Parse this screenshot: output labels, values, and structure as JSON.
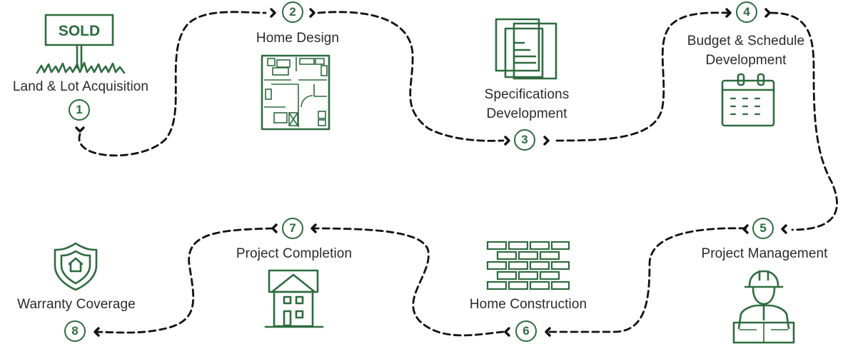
{
  "colors": {
    "accent": "#2e6b3f",
    "path": "#111111",
    "text": "#2a2a2a"
  },
  "sign": {
    "text": "SOLD"
  },
  "steps": [
    {
      "number": "1",
      "label": "Land & Lot Acquisition",
      "icon": "sold-sign-icon"
    },
    {
      "number": "2",
      "label": "Home Design",
      "icon": "floor-plan-icon"
    },
    {
      "number": "3",
      "label": "Specifications Development",
      "icon": "documents-icon"
    },
    {
      "number": "4",
      "label": "Budget & Schedule Development",
      "icon": "calendar-icon"
    },
    {
      "number": "5",
      "label": "Project Management",
      "icon": "construction-worker-icon"
    },
    {
      "number": "6",
      "label": "Home Construction",
      "icon": "brick-wall-icon"
    },
    {
      "number": "7",
      "label": "Project Completion",
      "icon": "house-icon"
    },
    {
      "number": "8",
      "label": "Warranty Coverage",
      "icon": "shield-home-icon"
    }
  ]
}
